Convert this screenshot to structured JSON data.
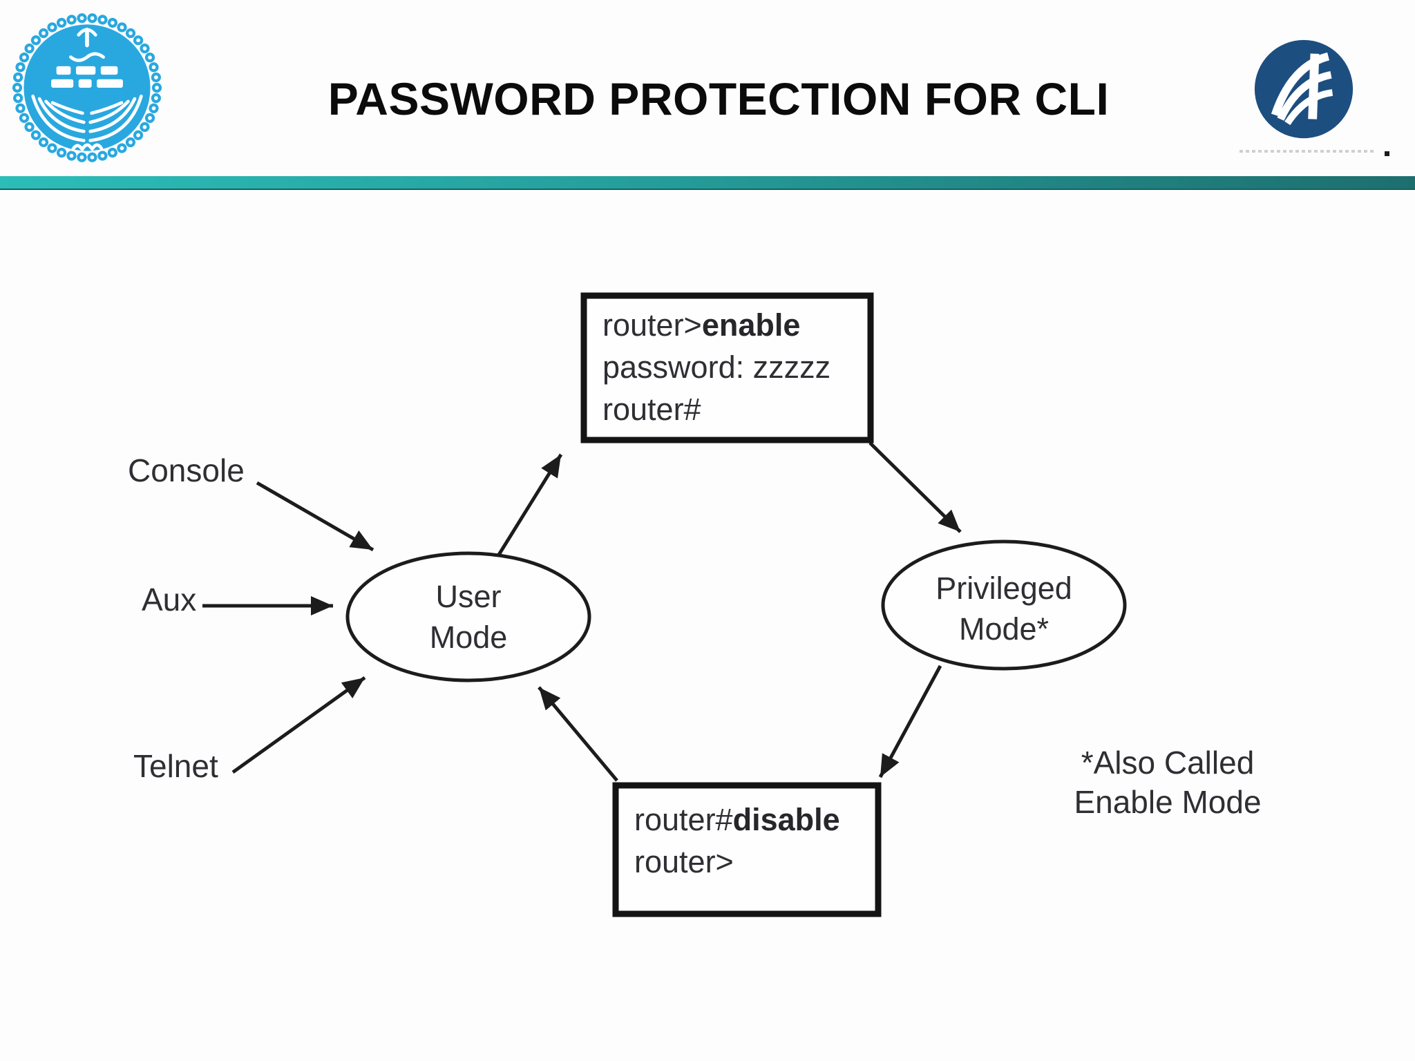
{
  "header": {
    "title": "PASSWORD PROTECTION FOR CLI",
    "divider_color_left": "#2cbdb9",
    "divider_color_right": "#1d6f6e",
    "university_logo": "university-of-tehran-emblem",
    "university_logo_color": "#29a8e0",
    "publisher_logo": "publisher-book-logo",
    "publisher_logo_color": "#1d4e80"
  },
  "diagram": {
    "ink_color": "#1c1c1c",
    "access_labels": [
      {
        "label": "Console"
      },
      {
        "label": "Aux"
      },
      {
        "label": "Telnet"
      }
    ],
    "nodes": {
      "user_mode": {
        "line1": "User",
        "line2": "Mode"
      },
      "privileged_mode": {
        "line1": "Privileged",
        "line2": "Mode*"
      }
    },
    "enable_box": {
      "line1_prefix": "router>",
      "line1_bold": "enable",
      "line2": "password: zzzzz",
      "line3": "router#"
    },
    "disable_box": {
      "line1_prefix": "router#",
      "line1_bold": "disable",
      "line2": "router>"
    },
    "footnote": {
      "line1": "*Also Called",
      "line2": "Enable Mode"
    }
  }
}
